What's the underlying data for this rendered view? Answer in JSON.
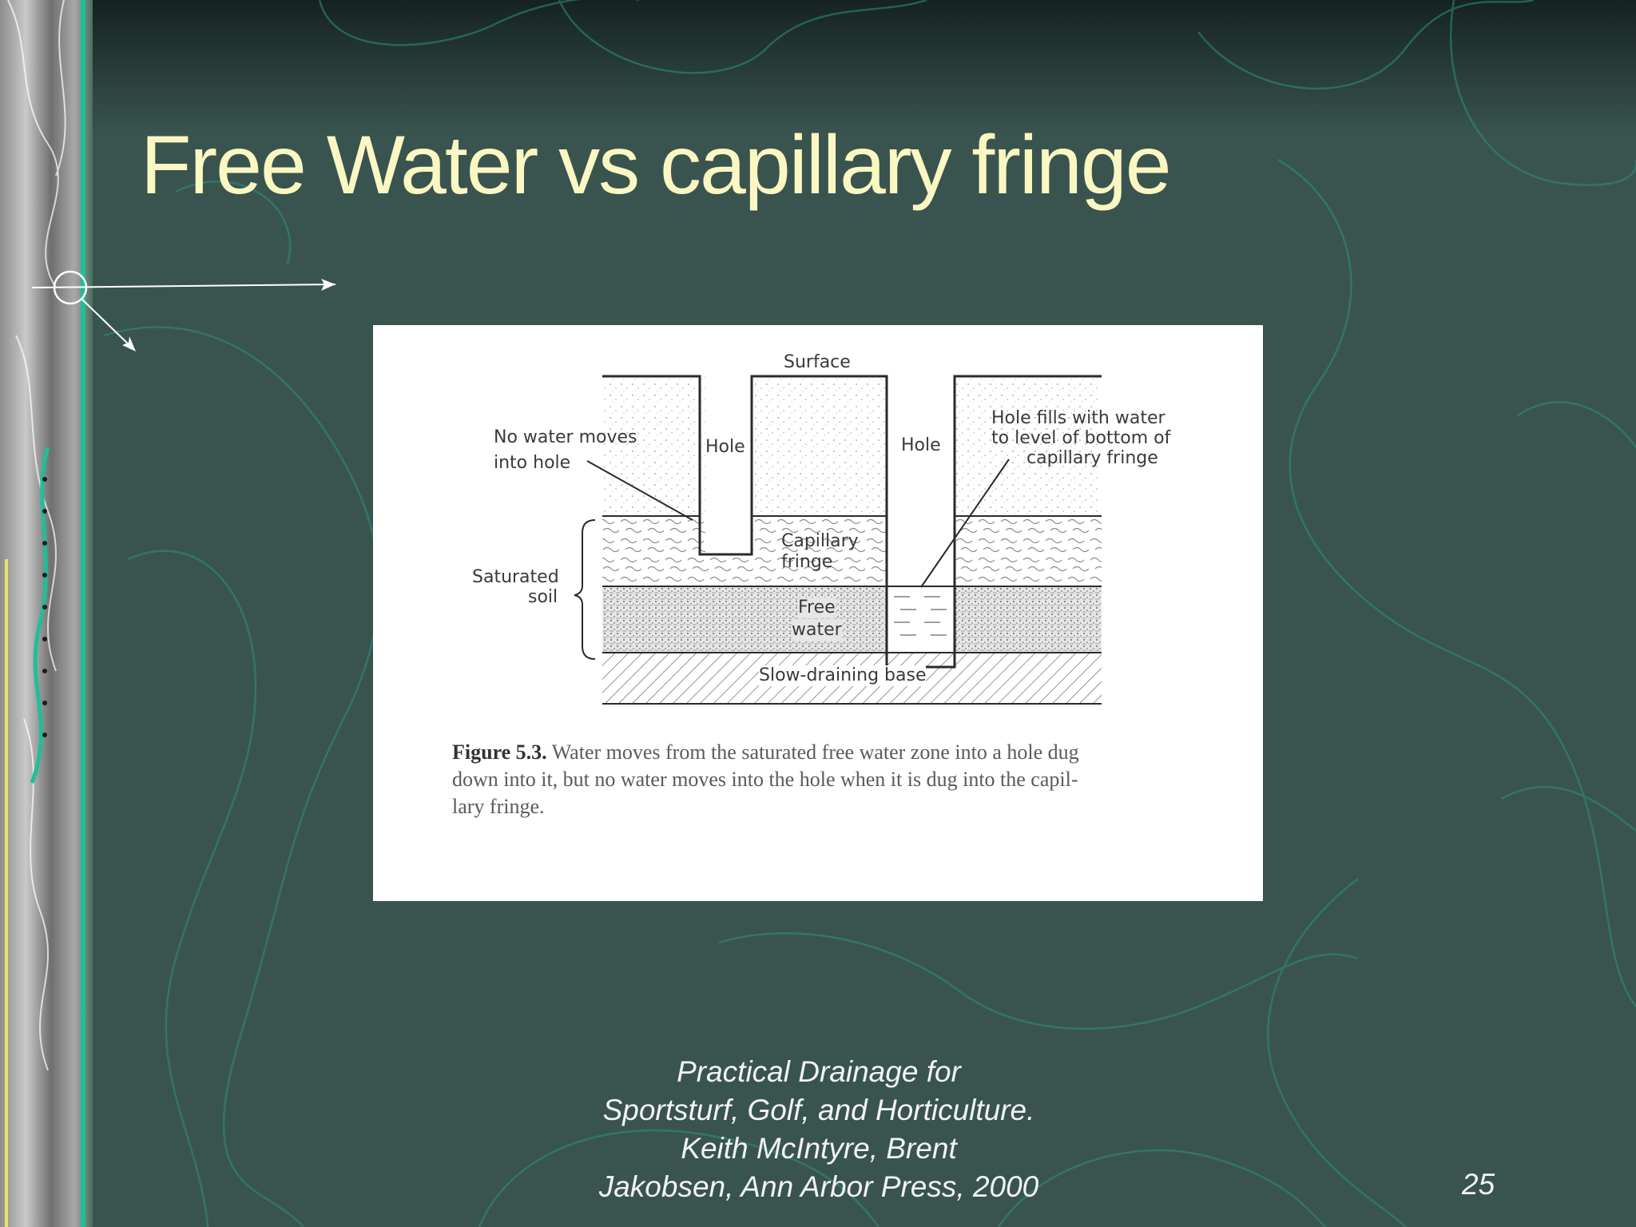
{
  "slide": {
    "title": "Free Water vs capillary fringe",
    "number": "25"
  },
  "figure": {
    "labels": {
      "surface": "Surface",
      "hole_left": "Hole",
      "hole_right": "Hole",
      "no_water_line1": "No water moves",
      "no_water_line2": "into hole",
      "hole_fills_line1": "Hole fills with water",
      "hole_fills_line2": "to level of bottom of",
      "hole_fills_line3": "capillary fringe",
      "saturated_line1": "Saturated",
      "saturated_line2": "soil",
      "capillary_line1": "Capillary",
      "capillary_line2": "fringe",
      "free_line1": "Free",
      "free_line2": "water",
      "base": "Slow-draining base"
    },
    "caption": {
      "figure_number": "Figure 5.3.",
      "line1": "Water moves from the saturated free water zone into a hole dug",
      "line2": "down into it, but no water moves into the hole when it is dug into the capil-",
      "line3": "lary fringe."
    }
  },
  "citation": {
    "line1": "Practical Drainage for",
    "line2": "Sportsturf, Golf, and Horticulture.",
    "line3": "Keith McIntyre, Brent",
    "line4": "Jakobsen, Ann Arbor Press, 2000"
  }
}
